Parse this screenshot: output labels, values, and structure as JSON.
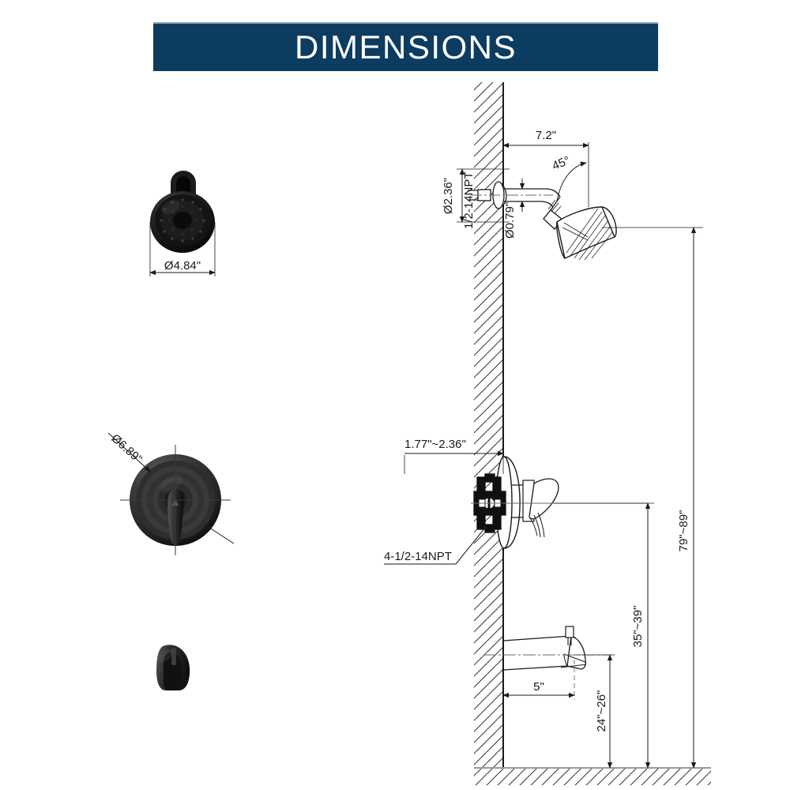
{
  "banner": {
    "title": "DIMENSIONS",
    "background_color": "#0d3c61",
    "text_color": "#ffffff"
  },
  "drawing": {
    "type": "technical-dimension-drawing",
    "subject": "shower and tub faucet set",
    "line_color": "#1a1a1a",
    "background_color": "#ffffff"
  },
  "product_photos": [
    {
      "name": "showerhead-face-photo",
      "dimension_label": "Ø4.84\""
    },
    {
      "name": "valve-trim-face-photo",
      "dimension_label": "Ø6.89\""
    },
    {
      "name": "tub-spout-photo",
      "dimension_label": ""
    }
  ],
  "dimensions": {
    "showerhead_flange_diameter": "Ø2.36\"",
    "shower_arm_thread": "1/2-14NPT",
    "shower_arm_pipe_diameter": "Ø0.79\"",
    "shower_arm_projection": "7.2\"",
    "shower_head_angle": "45°",
    "valve_rough_in_depth": "1.77\"~2.36\"",
    "valve_thread": "4-1/2-14NPT",
    "spout_projection": "5\"",
    "spout_height_from_floor": "24\"~26\"",
    "valve_height_from_floor": "35\"~39\"",
    "showerhead_height_from_floor": "79\"~89\""
  }
}
